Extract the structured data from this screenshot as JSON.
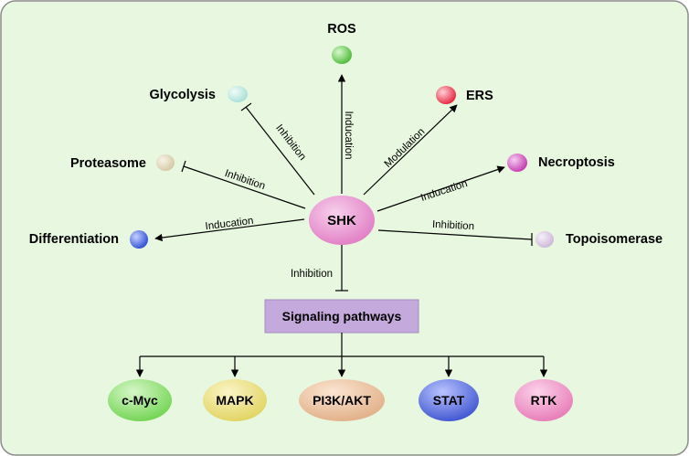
{
  "colors": {
    "background": "#e8f7e0",
    "frame": "#8c8c8c",
    "signaling_box": "#c4a9dc",
    "bubbles": {
      "ros": "#4cbb36",
      "glycolysis": "#a8dfd6",
      "ers": "#e3243d",
      "proteasome": "#d4c9a4",
      "necroptosis": "#c33ab0",
      "differentiation": "#2f4ed4",
      "topoisomerase": "#cdb7d8"
    },
    "shk": "#e17cc4",
    "downstream": {
      "cmyc": "#6fd34f",
      "mapk": "#e0d35e",
      "pi3k": "#e0ae85",
      "stat": "#3c52cf",
      "rtk": "#e779b6"
    }
  },
  "center": {
    "label": "SHK"
  },
  "effects": [
    {
      "id": "ros",
      "label": "ROS",
      "relation": "Inducation",
      "arrow": "arrow"
    },
    {
      "id": "glycolysis",
      "label": "Glycolysis",
      "relation": "Inhibition",
      "arrow": "tbar"
    },
    {
      "id": "ers",
      "label": "ERS",
      "relation": "Modulation",
      "arrow": "arrow"
    },
    {
      "id": "proteasome",
      "label": "Proteasome",
      "relation": "Inhibition",
      "arrow": "tbar"
    },
    {
      "id": "necroptosis",
      "label": "Necroptosis",
      "relation": "Inducation",
      "arrow": "arrow"
    },
    {
      "id": "differentiation",
      "label": "Differentiation",
      "relation": "Inducation",
      "arrow": "arrow"
    },
    {
      "id": "topoisomerase",
      "label": "Topoisomerase",
      "relation": "Inhibition",
      "arrow": "tbar"
    }
  ],
  "signaling": {
    "label": "Signaling pathways",
    "relation": "Inhibition"
  },
  "pathways": [
    {
      "id": "cmyc",
      "label": "c-Myc"
    },
    {
      "id": "mapk",
      "label": "MAPK"
    },
    {
      "id": "pi3k",
      "label": "PI3K/AKT"
    },
    {
      "id": "stat",
      "label": "STAT"
    },
    {
      "id": "rtk",
      "label": "RTK"
    }
  ]
}
